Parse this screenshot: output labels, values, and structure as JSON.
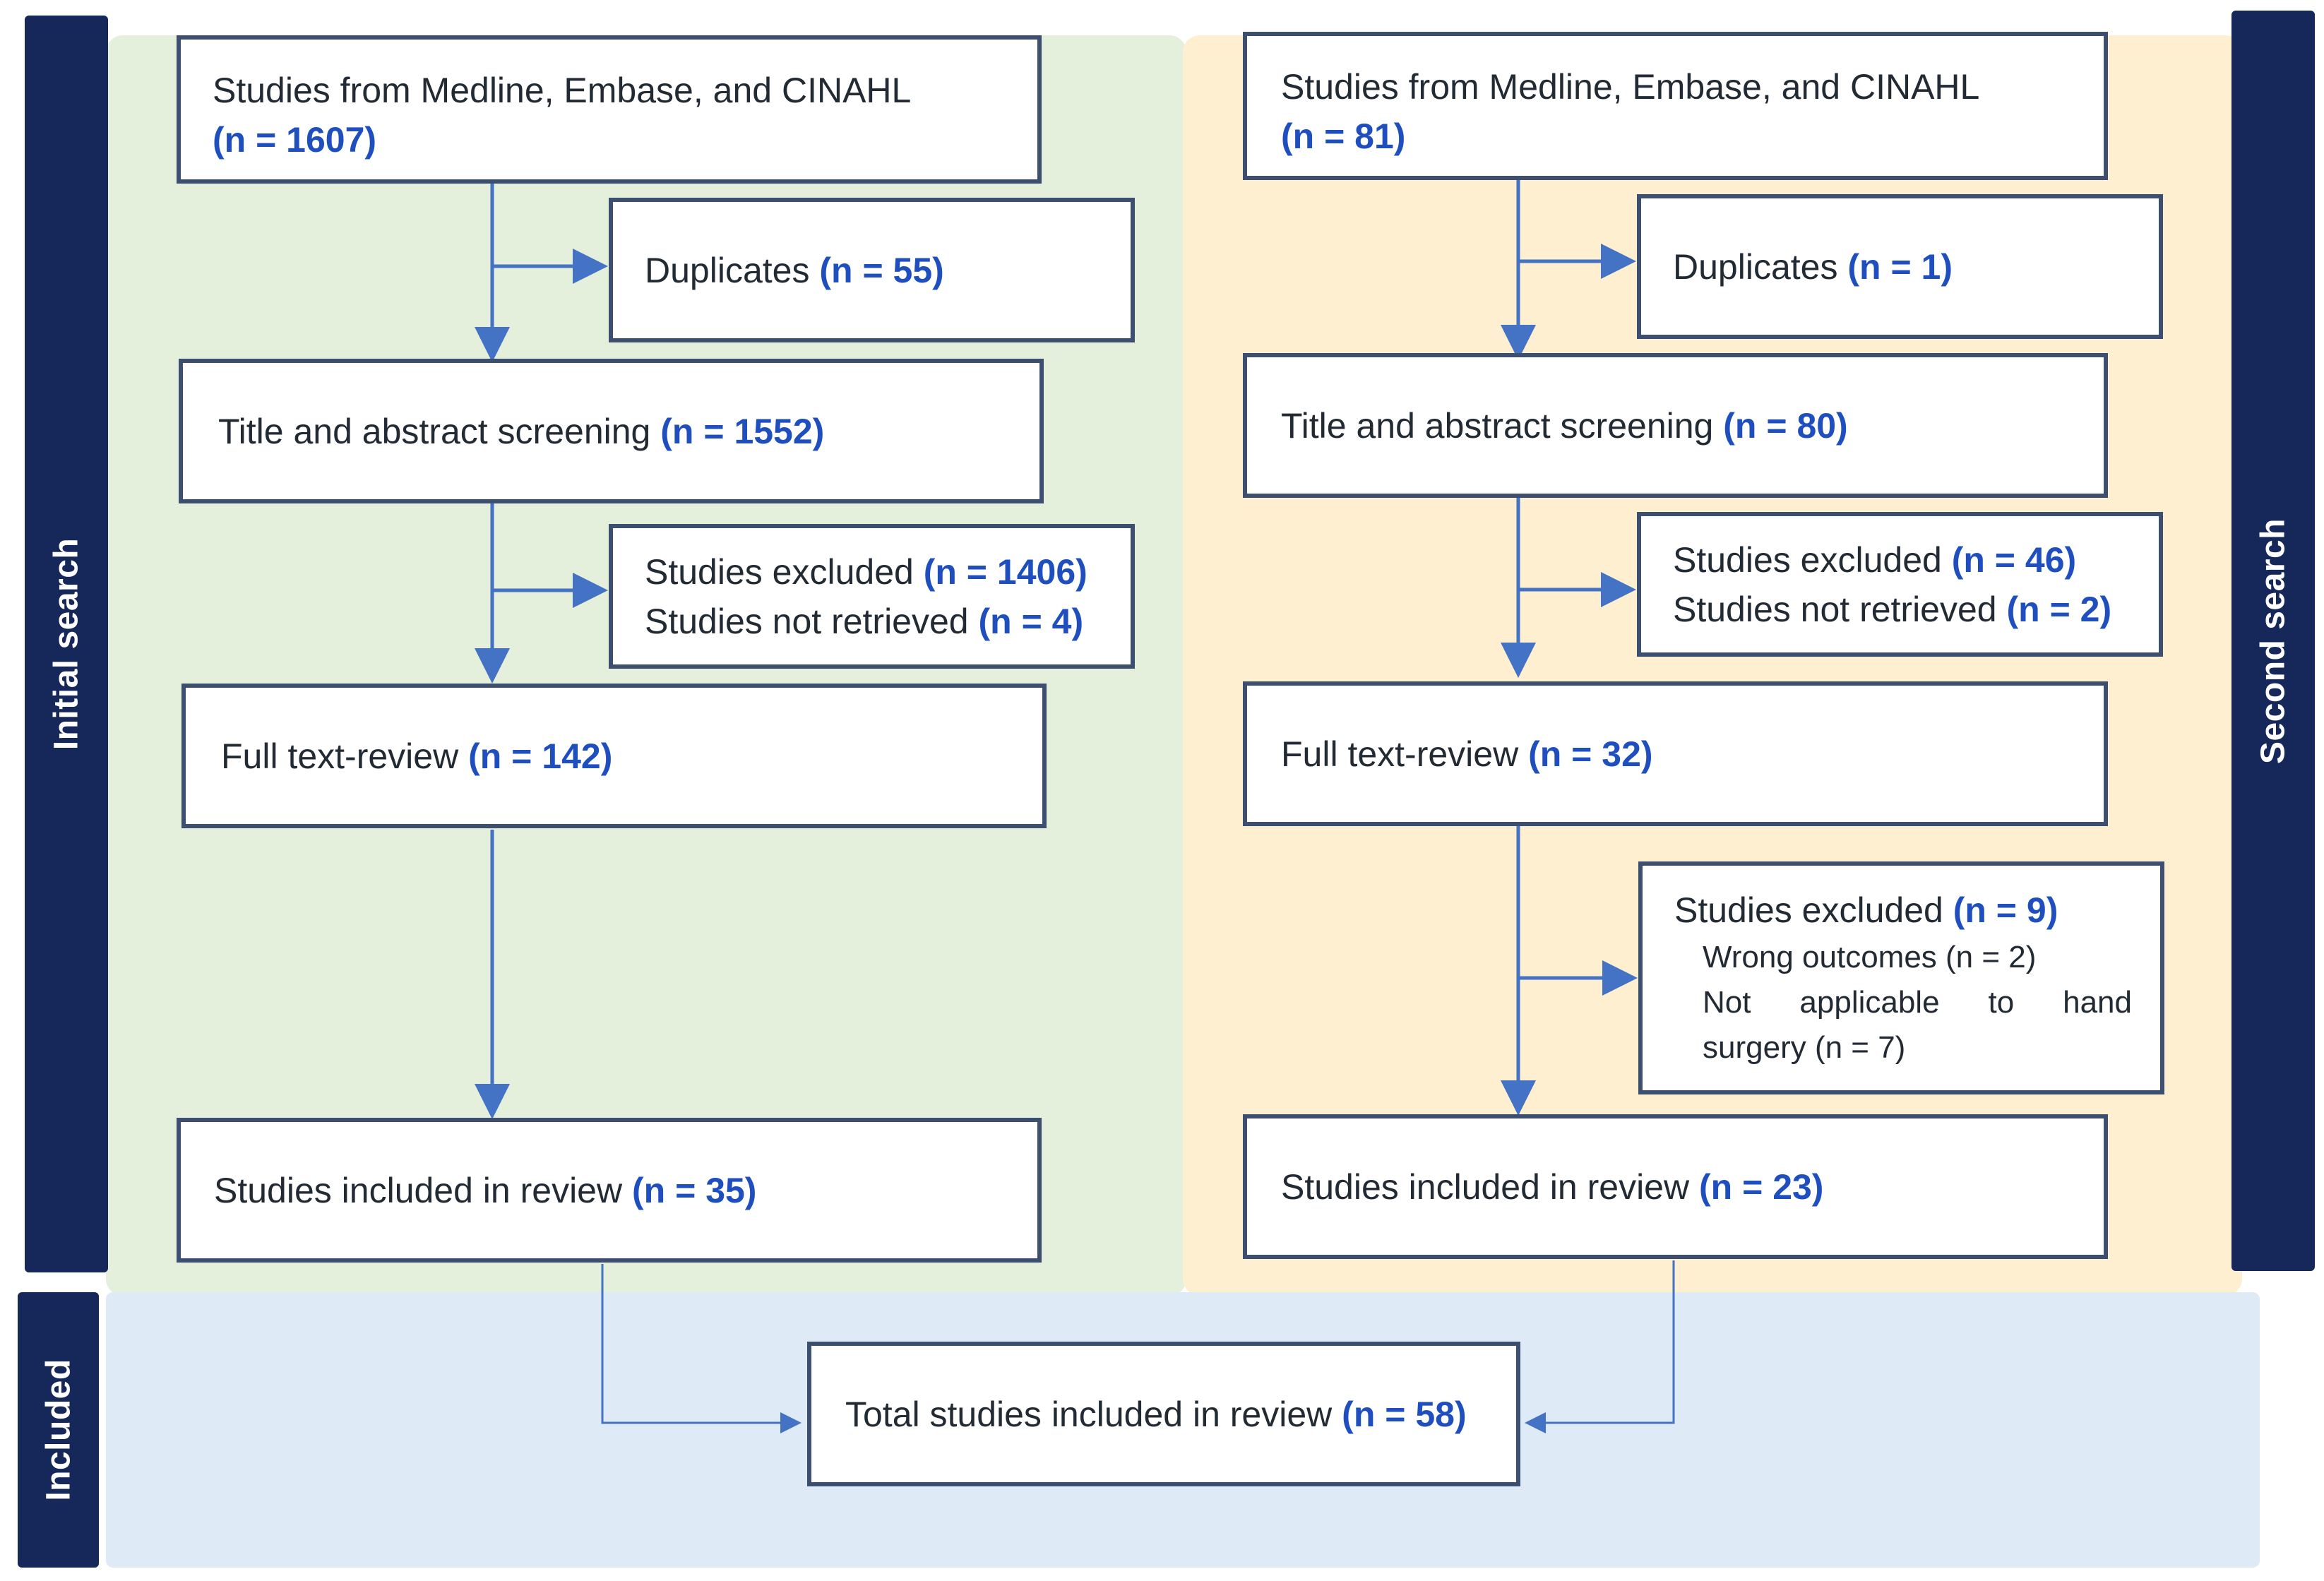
{
  "colors": {
    "panel_initial": "#e4efdc",
    "panel_second": "#fdefcf",
    "panel_included": "#deeaf6",
    "label_bar": "#16275a",
    "box_border": "#3d4f71",
    "count_text": "#1f4fbf",
    "arrow": "#4472c4"
  },
  "labels": {
    "initial": "Initial search",
    "second": "Second search",
    "included": "Included"
  },
  "initial": {
    "sources": {
      "text": "Studies from Medline, Embase, and CINAHL",
      "n": "(n = 1607)"
    },
    "duplicates": {
      "text": "Duplicates",
      "n": "(n = 55)"
    },
    "screening": {
      "text": "Title and abstract screening",
      "n": "(n = 1552)"
    },
    "excluded": {
      "line1": "Studies excluded",
      "n1": "(n = 1406)",
      "line2": "Studies not retrieved",
      "n2": "(n = 4)"
    },
    "fulltext": {
      "text": "Full text-review",
      "n": "(n = 142)"
    },
    "included": {
      "text": "Studies included in review",
      "n": "(n = 35)"
    }
  },
  "second": {
    "sources": {
      "text": "Studies from Medline, Embase, and CINAHL",
      "n": "(n = 81)"
    },
    "duplicates": {
      "text": "Duplicates",
      "n": "(n = 1)"
    },
    "screening": {
      "text": "Title and abstract screening",
      "n": "(n = 80)"
    },
    "excluded": {
      "line1": "Studies excluded",
      "n1": "(n = 46)",
      "line2": "Studies not retrieved",
      "n2": "(n = 2)"
    },
    "fulltext": {
      "text": "Full text-review",
      "n": "(n = 32)"
    },
    "excluded_fulltext": {
      "title": "Studies excluded",
      "n": "(n = 9)",
      "reason1": "Wrong outcomes (n = 2)",
      "reason2a": "Not applicable to hand",
      "reason2b": "surgery (n = 7)"
    },
    "included": {
      "text": "Studies included in review",
      "n": "(n = 23)"
    }
  },
  "total": {
    "text": "Total studies included in review",
    "n": "(n = 58)"
  }
}
